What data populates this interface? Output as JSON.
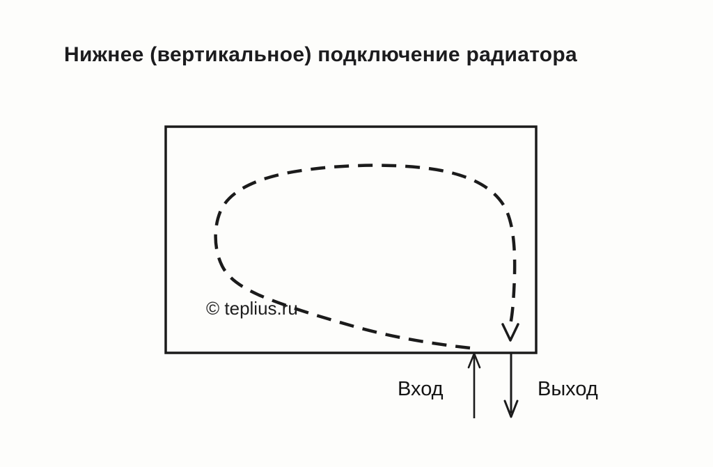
{
  "diagram": {
    "title": "Нижнее (вертикальное) подключение радиатора",
    "watermark": "© teplius.ru",
    "labels": {
      "inlet": "Вход",
      "outlet": "Выход"
    },
    "colors": {
      "ink": "#1b1b1b",
      "background": "#fdfdfb"
    }
  }
}
